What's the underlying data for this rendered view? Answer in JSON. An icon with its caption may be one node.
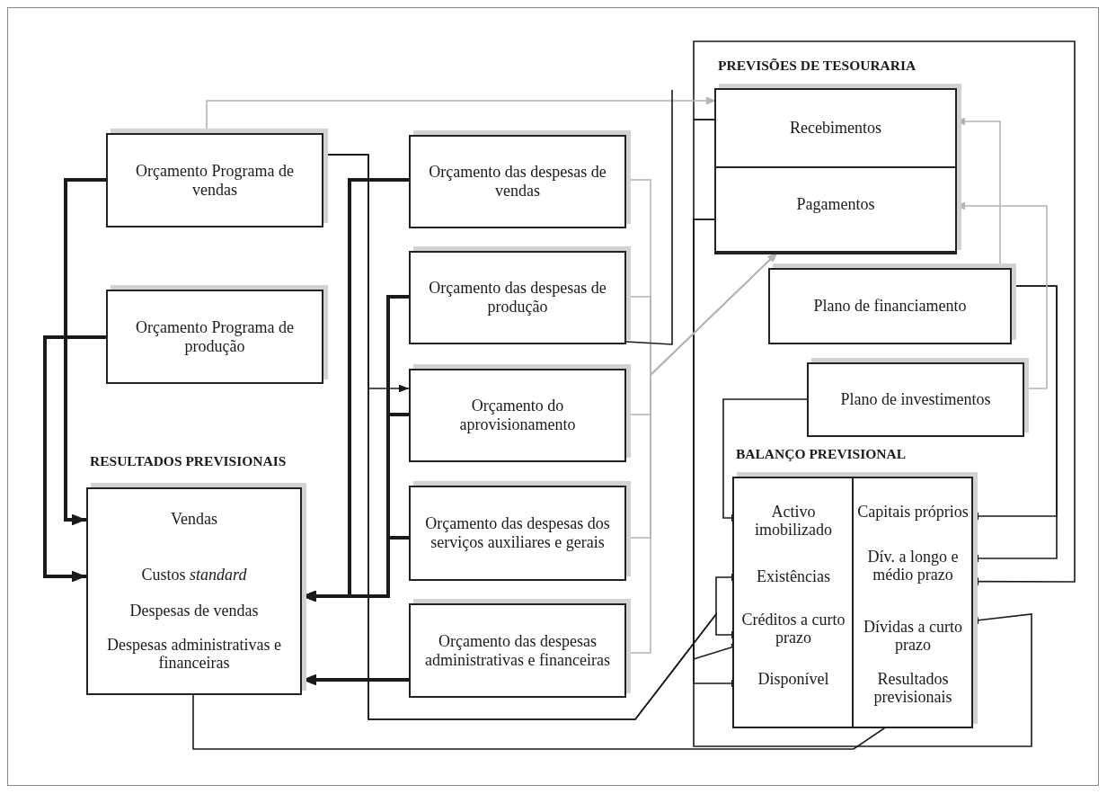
{
  "diagram": {
    "nodes": [
      {
        "text": [
          "Orçamento Programa de vendas"
        ]
      },
      {
        "text": [
          "Orçamento Programa de produção"
        ]
      },
      {
        "text": [
          "RESULTADOS PREVISIONAIS",
          "Vendas",
          "Custos *standard*",
          "Despesas de vendas",
          "Despesas administrativas e financeiras"
        ]
      },
      {
        "text": [
          "Orçamento das despesas de vendas"
        ]
      },
      {
        "text": [
          "Orçamento das despesas de produção"
        ]
      },
      {
        "text": [
          "Orçamento do aprovisionamento"
        ]
      },
      {
        "text": [
          "Orçamento das despesas dos serviços auxiliares e gerais"
        ]
      },
      {
        "text": [
          "Orçamento das despesas administrativas e financeiras"
        ]
      },
      {
        "text": [
          "PREVISÕES DE TESOURARIA"
        ]
      },
      {
        "text": [
          "Recebimentos"
        ],
        "in": 8
      },
      {
        "text": [
          "Pagamentos"
        ],
        "in": 8
      },
      {
        "text": [
          "Plano de financiamento"
        ]
      },
      {
        "text": [
          "Plano de investimentos"
        ]
      },
      {
        "text": [
          "BALANÇO PREVISIONAL"
        ]
      },
      {
        "text": [
          "Activo imobilizado"
        ],
        "in": 13
      },
      {
        "text": [
          "Existências"
        ],
        "in": 13
      },
      {
        "text": [
          "Créditos a curto prazo"
        ],
        "in": 13
      },
      {
        "text": [
          "Disponível"
        ],
        "in": 13
      },
      {
        "text": [
          "Capitais próprios"
        ],
        "in": 13
      },
      {
        "text": [
          "Dív. a longo e médio prazo"
        ],
        "in": 13
      },
      {
        "text": [
          "Dívidas a curto prazo"
        ],
        "in": 13
      },
      {
        "text": [
          "Resultados previsionais"
        ],
        "in": 13
      }
    ],
    "edges": [
      {
        "from": 0,
        "to": 2,
        "arrow": "to",
        "style": "thick"
      },
      {
        "from": 1,
        "to": 2,
        "arrow": "to",
        "style": "thick"
      },
      {
        "from": 3,
        "to": 2,
        "arrow": "to",
        "style": "thick"
      },
      {
        "from": 4,
        "to": 2,
        "arrow": "to",
        "style": "thick"
      },
      {
        "from": 5,
        "to": 2,
        "arrow": "to",
        "style": "thick"
      },
      {
        "from": 6,
        "to": 2,
        "arrow": "to",
        "style": "thick"
      },
      {
        "from": 7,
        "to": 2,
        "arrow": "to",
        "style": "thick"
      },
      {
        "from": 0,
        "to": 5,
        "arrow": "to"
      },
      {
        "from": 0,
        "to": 15,
        "arrow": "to"
      },
      {
        "from": 0,
        "to": 16,
        "arrow": "to"
      },
      {
        "from": 2,
        "to": 21,
        "arrow": "to"
      },
      {
        "from": 8,
        "to": 20,
        "arrow": "to"
      },
      {
        "from": 8,
        "to": 16,
        "arrow": "to"
      },
      {
        "from": 8,
        "to": 17,
        "arrow": "to"
      },
      {
        "from": 8,
        "to": 19,
        "arrow": "to"
      },
      {
        "from": 11,
        "to": 18,
        "arrow": "to"
      },
      {
        "from": 11,
        "to": 19,
        "arrow": "to"
      },
      {
        "from": 11,
        "to": 9,
        "arrow": "to",
        "color": "#b4b4b4"
      },
      {
        "from": 12,
        "to": 10,
        "arrow": "to",
        "color": "#b4b4b4"
      },
      {
        "from": 12,
        "to": 14,
        "arrow": "to"
      },
      {
        "from": 0,
        "to": 9,
        "arrow": "to",
        "color": "#b4b4b4"
      },
      {
        "from": 3,
        "to": 10,
        "arrow": "to",
        "color": "#b4b4b4"
      },
      {
        "from": 4,
        "to": 10,
        "arrow": "to",
        "color": "#b4b4b4"
      },
      {
        "from": 5,
        "to": 10,
        "arrow": "to",
        "color": "#b4b4b4"
      },
      {
        "from": 6,
        "to": 10,
        "arrow": "to",
        "color": "#b4b4b4"
      },
      {
        "from": 7,
        "to": 10,
        "arrow": "to",
        "color": "#b4b4b4"
      },
      {
        "from": 4,
        "to": null,
        "arrow": "none"
      }
    ]
  }
}
